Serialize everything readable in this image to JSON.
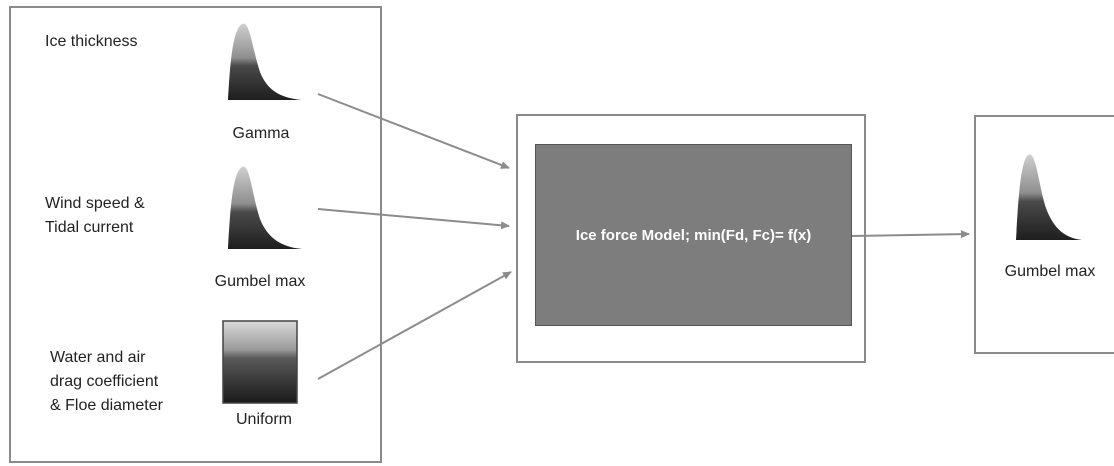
{
  "inputs": [
    {
      "label": "Ice thickness",
      "distribution": "Gamma",
      "icon": "gamma-distribution-icon"
    },
    {
      "label": "Wind speed &\nTidal current",
      "distribution": "Gumbel max",
      "icon": "gumbel-distribution-icon"
    },
    {
      "label": "Water and air\ndrag coefficient\n& Floe diameter",
      "distribution": "Uniform",
      "icon": "uniform-distribution-icon"
    }
  ],
  "model": {
    "label": "Ice force Model; min(Fd, Fc)= f(x)"
  },
  "output": {
    "distribution": "Gumbel max",
    "icon": "gumbel-distribution-icon"
  },
  "colors": {
    "box_border": "#8a8a8a",
    "model_fill": "#7d7d7d",
    "arrow": "#8c8c8c"
  }
}
